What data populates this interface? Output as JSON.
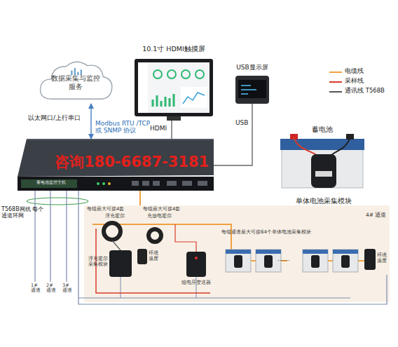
{
  "diagram": {
    "nodes": [
      {
        "text": [
          "数据采集与监控服务"
        ]
      },
      {
        "text": [
          "10.1寸 HDMI触摸屏"
        ]
      },
      {
        "text": [
          "USB显示屏"
        ]
      },
      {
        "text": [
          "蓄电池监控主机"
        ]
      },
      {
        "text": [
          "蓄电池"
        ]
      },
      {
        "text": [
          "单体电池采集模块"
        ],
        "in": 4
      },
      {
        "text": [
          "4# 通道",
          "每组通道最大可接64个单体电池采集模块"
        ]
      },
      {
        "text": [
          "浮充霍尔采集模块"
        ],
        "in": 6
      },
      {
        "text": [
          "环境温度"
        ],
        "in": 6
      },
      {
        "text": [
          "组电压变送器"
        ],
        "in": 6
      },
      {
        "text": [
          "环境温度"
        ],
        "in": 6
      }
    ],
    "edges": [
      {
        "from": 0,
        "to": 3,
        "arrow": "both",
        "label": "Modbus RTU /TCP 或 SNMP 协议"
      },
      {
        "from": 1,
        "to": 3,
        "arrow": "none",
        "label": "HDMI"
      },
      {
        "from": 2,
        "to": 3,
        "arrow": "none",
        "label": "USB"
      },
      {
        "from": 3,
        "to": 6,
        "arrow": "none"
      }
    ],
    "labels": [
      "以太网口/上行串口",
      "咨询180-6687-3181",
      "T568B网线 每个通道环网",
      "每组最大可接4套",
      "浮充霍尔",
      "每组最大可接4套",
      "充放电霍尔",
      "1# 通道",
      "2# 通道",
      "3# 通道",
      "……"
    ],
    "legend": [
      {
        "text": "电缆线",
        "color": "#f0a040"
      },
      {
        "text": "采样线",
        "color": "#d83a2a"
      },
      {
        "text": "通讯线 T568B",
        "color": "#555555"
      }
    ]
  }
}
